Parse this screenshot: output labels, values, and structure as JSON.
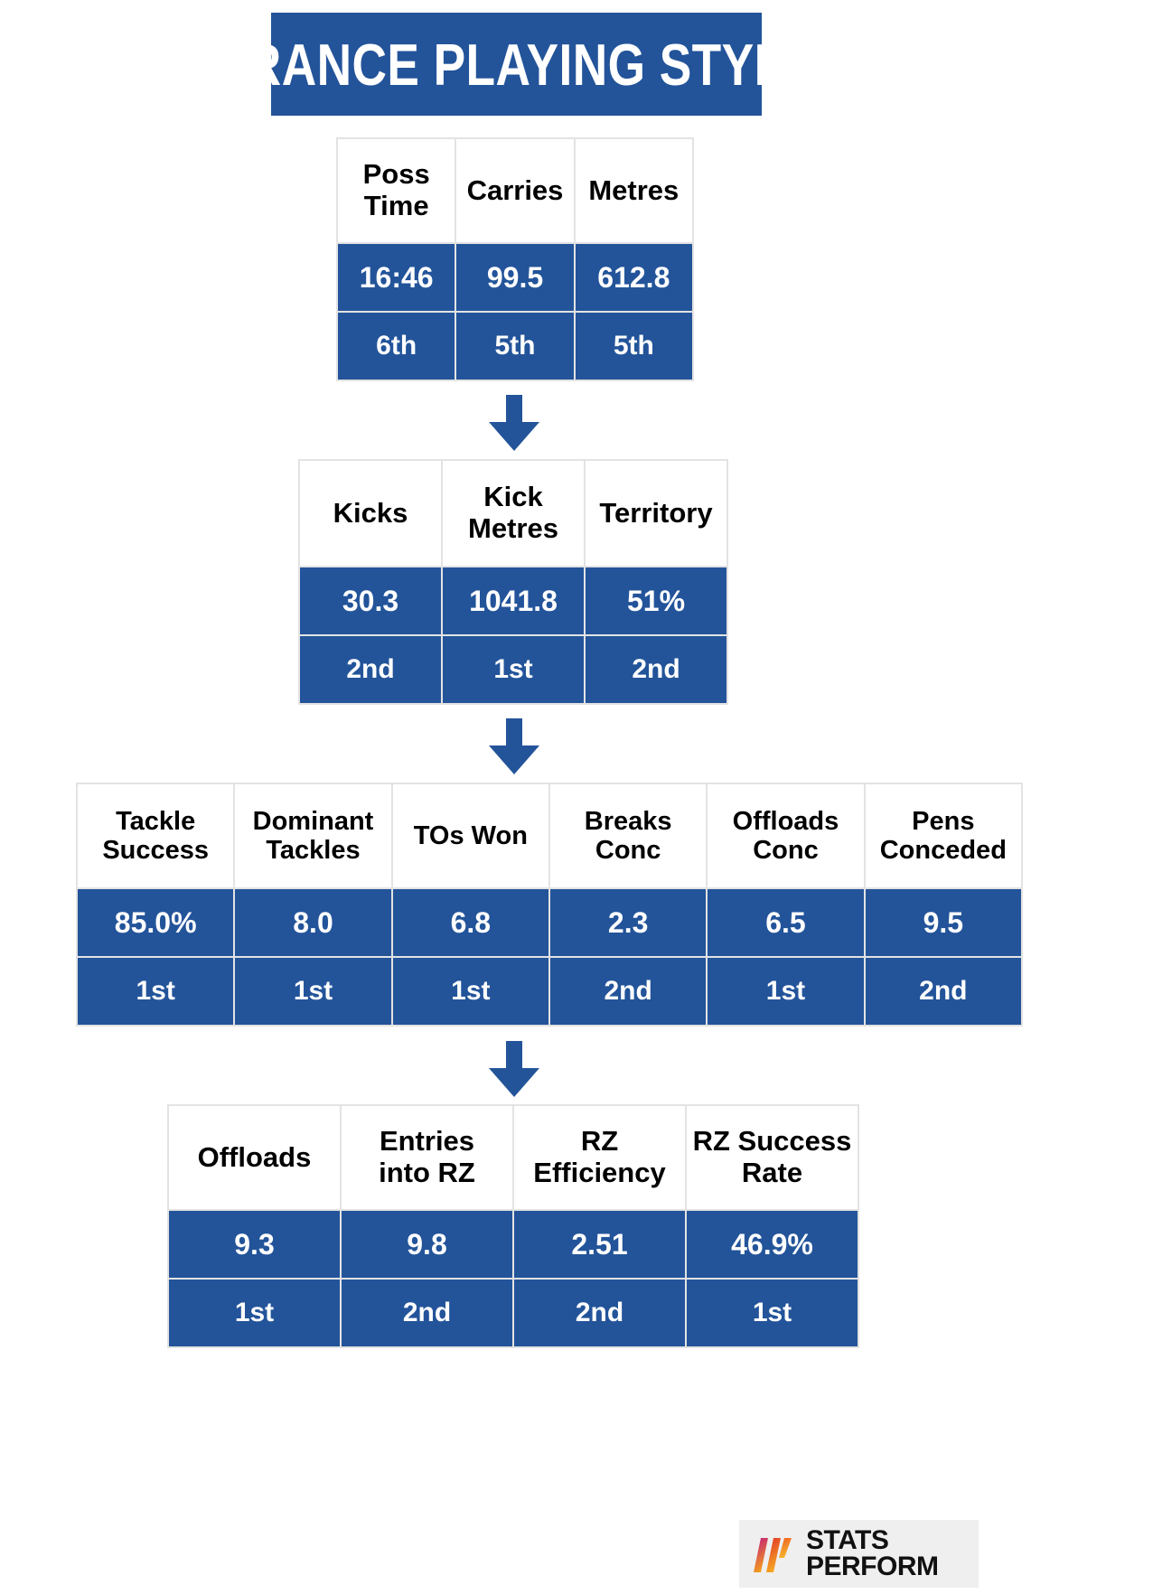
{
  "title": "FRANCE PLAYING STYLE",
  "theme": {
    "accent_blue": "#23549A",
    "header_bg": "#FFFFFF",
    "header_text": "#000000",
    "value_text": "#FFFFFF",
    "border": "#E3E3E3",
    "page_bg": "#FFFFFF"
  },
  "tables": [
    {
      "id": "possession",
      "headers": [
        "Poss Time",
        "Carries",
        "Metres"
      ],
      "headers_lines": [
        [
          "Poss",
          "Time"
        ],
        [
          "Carries"
        ],
        [
          "Metres"
        ]
      ],
      "values": [
        "16:46",
        "99.5",
        "612.8"
      ],
      "ranks": [
        "6th",
        "5th",
        "5th"
      ]
    },
    {
      "id": "kicking",
      "headers": [
        "Kicks",
        "Kick Metres",
        "Territory"
      ],
      "headers_lines": [
        [
          "Kicks"
        ],
        [
          "Kick",
          "Metres"
        ],
        [
          "Territory"
        ]
      ],
      "values": [
        "30.3",
        "1041.8",
        "51%"
      ],
      "ranks": [
        "2nd",
        "1st",
        "2nd"
      ]
    },
    {
      "id": "defence",
      "headers": [
        "Tackle Success",
        "Dominant Tackles",
        "TOs Won",
        "Breaks Conc",
        "Offloads Conc",
        "Pens Conceded"
      ],
      "headers_lines": [
        [
          "Tackle",
          "Success"
        ],
        [
          "Dominant",
          "Tackles"
        ],
        [
          "TOs Won"
        ],
        [
          "Breaks",
          "Conc"
        ],
        [
          "Offloads",
          "Conc"
        ],
        [
          "Pens",
          "Conceded"
        ]
      ],
      "values": [
        "85.0%",
        "8.0",
        "6.8",
        "2.3",
        "6.5",
        "9.5"
      ],
      "ranks": [
        "1st",
        "1st",
        "1st",
        "2nd",
        "1st",
        "2nd"
      ]
    },
    {
      "id": "attack",
      "headers": [
        "Offloads",
        "Entries into RZ",
        "RZ Efficiency",
        "RZ Success Rate"
      ],
      "headers_lines": [
        [
          "Offloads"
        ],
        [
          "Entries",
          "into RZ"
        ],
        [
          "RZ",
          "Efficiency"
        ],
        [
          "RZ Success",
          "Rate"
        ]
      ],
      "values": [
        "9.3",
        "9.8",
        "2.51",
        "46.9%"
      ],
      "ranks": [
        "1st",
        "2nd",
        "2nd",
        "1st"
      ]
    }
  ],
  "arrows": [
    {
      "name": "arrow-down-1"
    },
    {
      "name": "arrow-down-2"
    },
    {
      "name": "arrow-down-3"
    }
  ],
  "logo": {
    "line1": "STATS",
    "line2": "PERFORM",
    "mark_colors": [
      "#D5197E",
      "#E8402A",
      "#F28C1E",
      "#F5A623"
    ]
  }
}
